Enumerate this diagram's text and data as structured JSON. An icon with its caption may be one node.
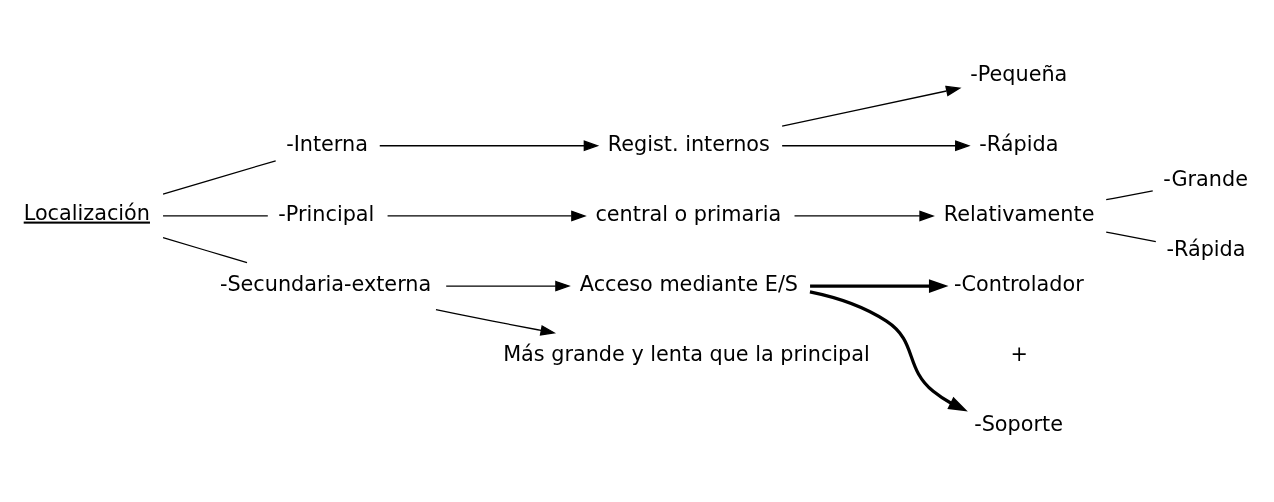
{
  "diagram": {
    "nodes": [
      {
        "text": [
          "Localización"
        ]
      },
      {
        "text": [
          "-Interna"
        ]
      },
      {
        "text": [
          "Regist. internos"
        ]
      },
      {
        "text": [
          "-Pequeña"
        ]
      },
      {
        "text": [
          "-Rápida"
        ]
      },
      {
        "text": [
          "-Principal"
        ]
      },
      {
        "text": [
          "central o primaria"
        ]
      },
      {
        "text": [
          "Relativamente"
        ]
      },
      {
        "text": [
          "-Grande"
        ]
      },
      {
        "text": [
          "-Rápida"
        ]
      },
      {
        "text": [
          "-Secundaria-externa"
        ]
      },
      {
        "text": [
          "Acceso mediante E/S"
        ]
      },
      {
        "text": [
          "-Controlador"
        ]
      },
      {
        "text": [
          "-Soporte"
        ]
      },
      {
        "text": [
          "Más grande y lenta que la principal"
        ]
      }
    ],
    "edges": [
      {
        "from": 0,
        "to": 1,
        "arrow": "none"
      },
      {
        "from": 0,
        "to": 5,
        "arrow": "none"
      },
      {
        "from": 0,
        "to": 10,
        "arrow": "none"
      },
      {
        "from": 1,
        "to": 2,
        "arrow": "to"
      },
      {
        "from": 2,
        "to": 3,
        "arrow": "to"
      },
      {
        "from": 2,
        "to": 4,
        "arrow": "to"
      },
      {
        "from": 5,
        "to": 6,
        "arrow": "to"
      },
      {
        "from": 6,
        "to": 7,
        "arrow": "to"
      },
      {
        "from": 7,
        "to": 8,
        "arrow": "none"
      },
      {
        "from": 7,
        "to": 9,
        "arrow": "none"
      },
      {
        "from": 10,
        "to": 11,
        "arrow": "to"
      },
      {
        "from": 11,
        "to": 12,
        "arrow": "to",
        "style": "thick"
      },
      {
        "from": 11,
        "to": 13,
        "arrow": "to",
        "style": "thick"
      },
      {
        "from": 10,
        "to": 14,
        "arrow": "to"
      }
    ],
    "labels": [
      "+"
    ]
  }
}
